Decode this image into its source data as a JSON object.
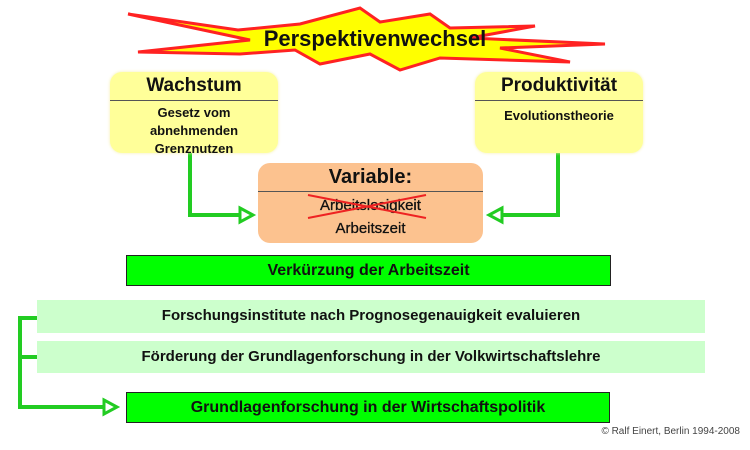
{
  "title": "Perspektivenwechsel",
  "wachstum": {
    "heading": "Wachstum",
    "lines": [
      "Gesetz vom",
      "abnehmenden",
      "Grenznutzen"
    ]
  },
  "produktivitaet": {
    "heading": "Produktivität",
    "lines": [
      "Evolutionstheorie"
    ]
  },
  "variable": {
    "heading": "Variable:",
    "struck": "Arbeitslosigkeit",
    "value": "Arbeitszeit"
  },
  "result1": "Verkürzung der Arbeitszeit",
  "measures": [
    "Forschungsinstitute nach Prognosegenauigkeit evaluieren",
    "Förderung der Grundlagenforschung in der Volkwirtschaftslehre"
  ],
  "result2": "Grundlagenforschung in der Wirtschaftspolitik",
  "copyright": "© Ralf Einert, Berlin 1994-2008",
  "colors": {
    "arrow": "#22cc22",
    "star_fill": "#ffff00",
    "star_stroke": "#ff2222",
    "cross": "#ee2222"
  }
}
